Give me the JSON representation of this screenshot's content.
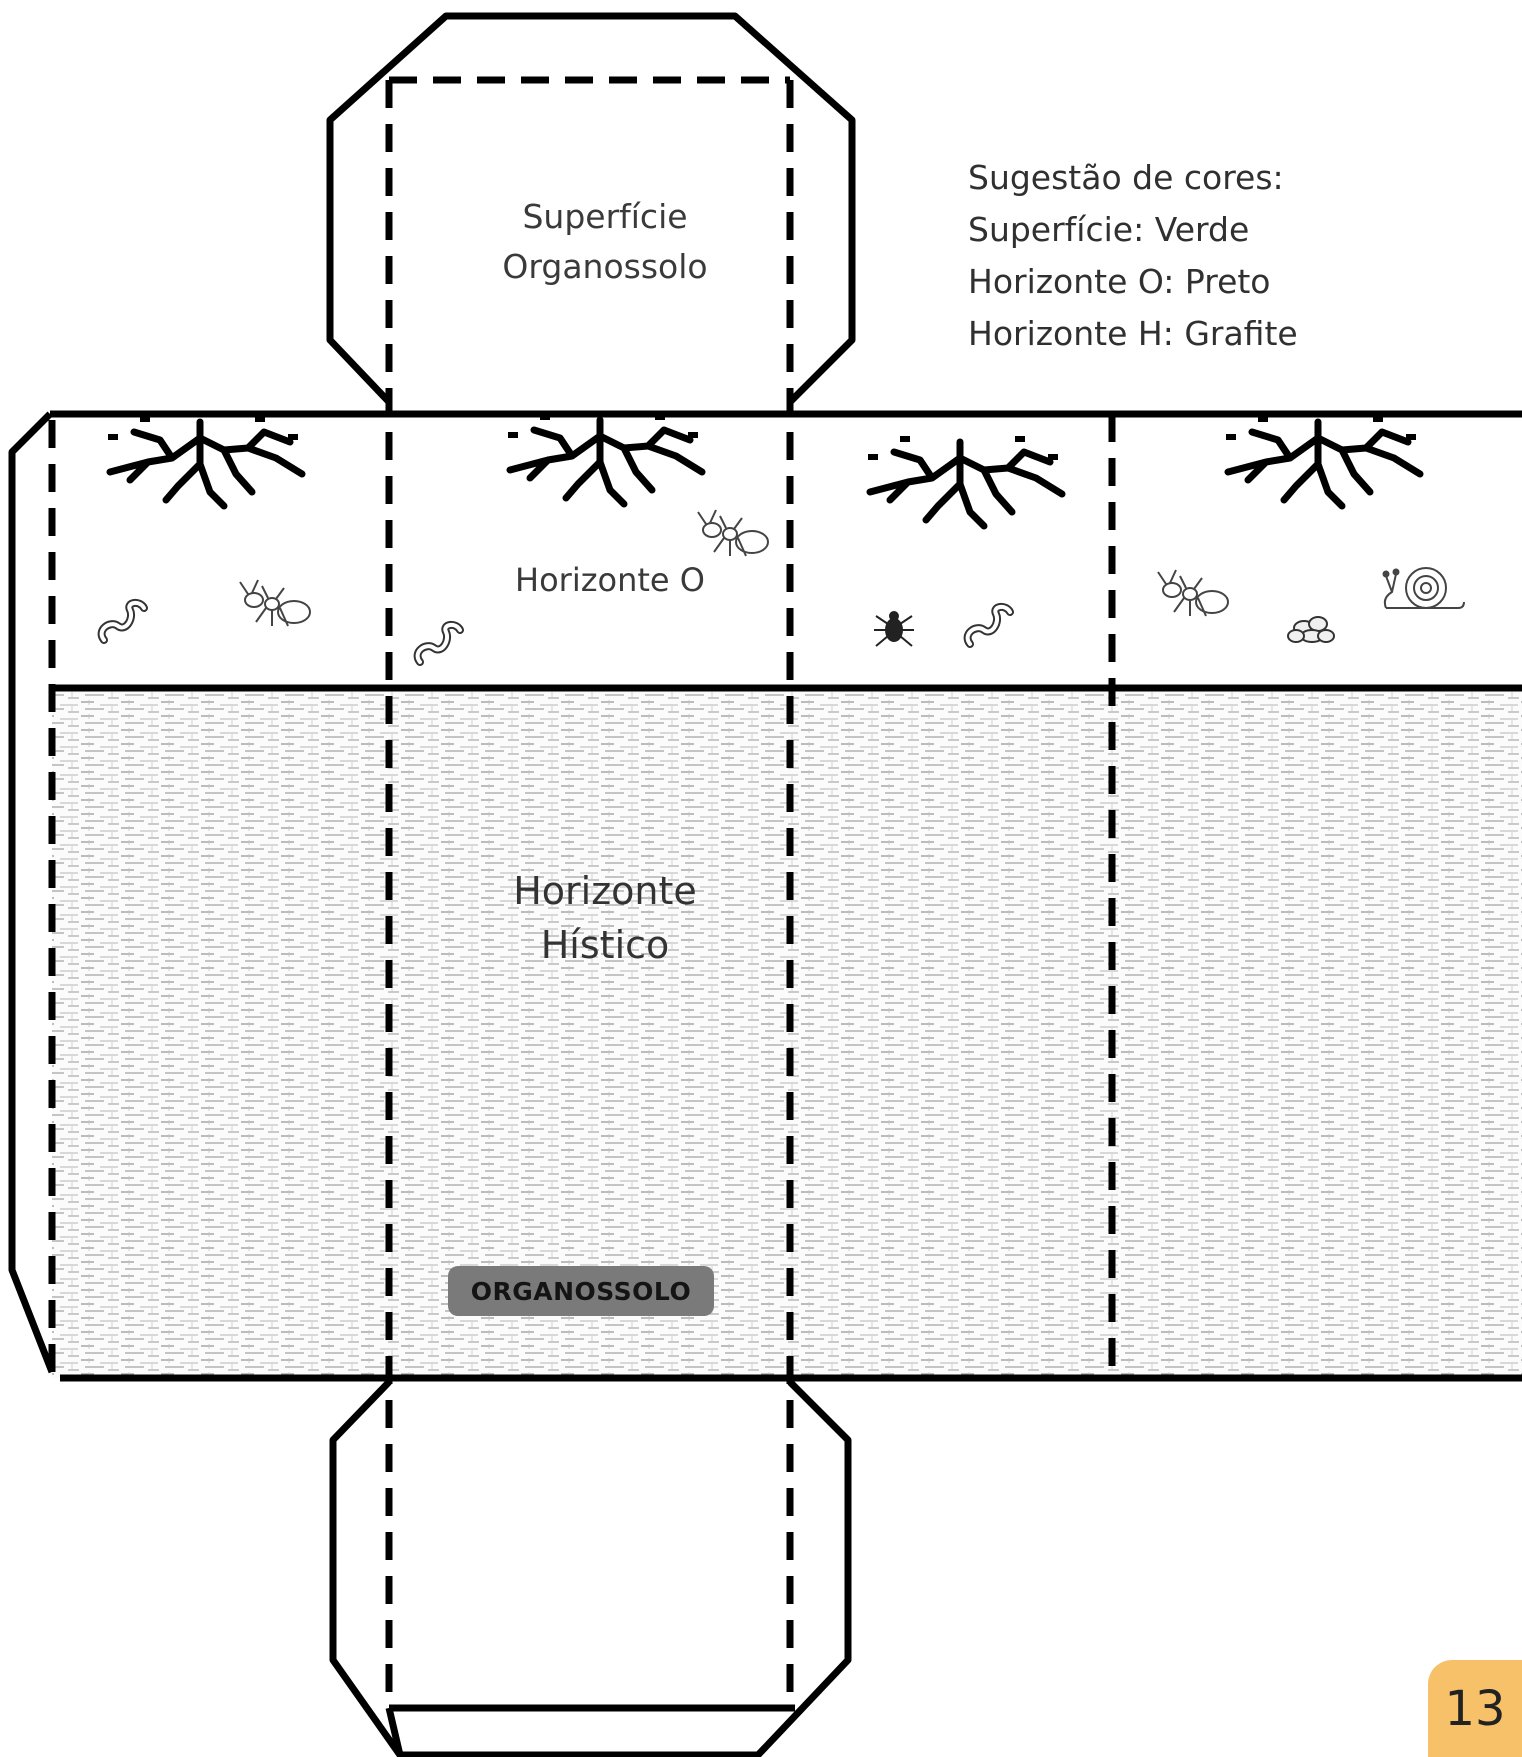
{
  "labels": {
    "top_face_line1": "Superfície",
    "top_face_line2": "Organossolo",
    "horizon_o": "Horizonte O",
    "histic_line1": "Horizonte",
    "histic_line2": "Hístico",
    "badge": "ORGANOSSOLO"
  },
  "color_suggestions": {
    "title": "Sugestão de cores:",
    "items": [
      "Superfície: Verde",
      "Horizonte O: Preto",
      "Horizonte H: Grafite"
    ]
  },
  "page_number": "13",
  "colors": {
    "badge_bg": "#7a7a7a",
    "page_tab": "#f7c16a",
    "outline": "#000000"
  },
  "icons": [
    "root-icon",
    "worm-icon",
    "ant-icon",
    "tick-icon",
    "snail-icon",
    "pebble-icon"
  ]
}
